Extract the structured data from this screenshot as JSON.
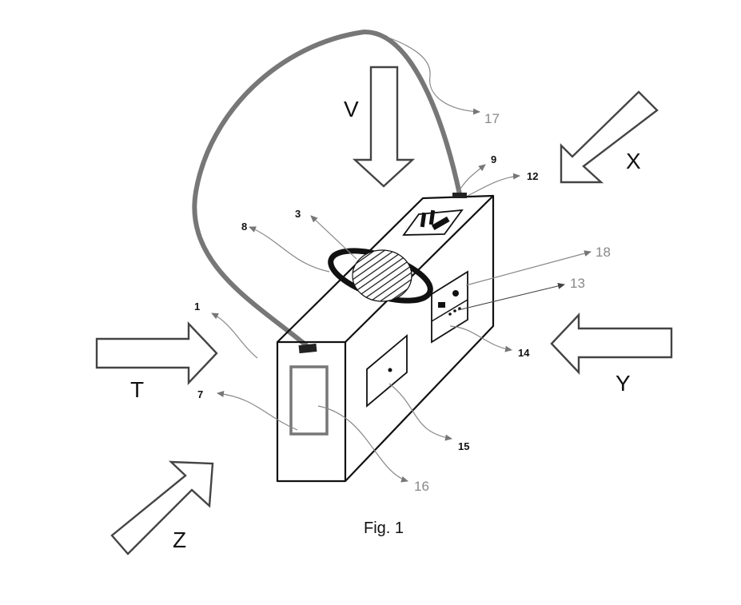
{
  "figure": {
    "caption": "Fig. 1",
    "direction_labels": {
      "v": "V",
      "x": "X",
      "t": "T",
      "y": "Y",
      "z": "Z"
    },
    "reference_numerals": {
      "n1": "1",
      "n3": "3",
      "n7": "7",
      "n8": "8",
      "n9": "9",
      "n12": "12",
      "n13": "13",
      "n14": "14",
      "n15": "15",
      "n16": "16",
      "n17": "17",
      "n18": "18"
    },
    "colors": {
      "line": "#111111",
      "handle": "#777777",
      "leader": "#888888"
    }
  }
}
